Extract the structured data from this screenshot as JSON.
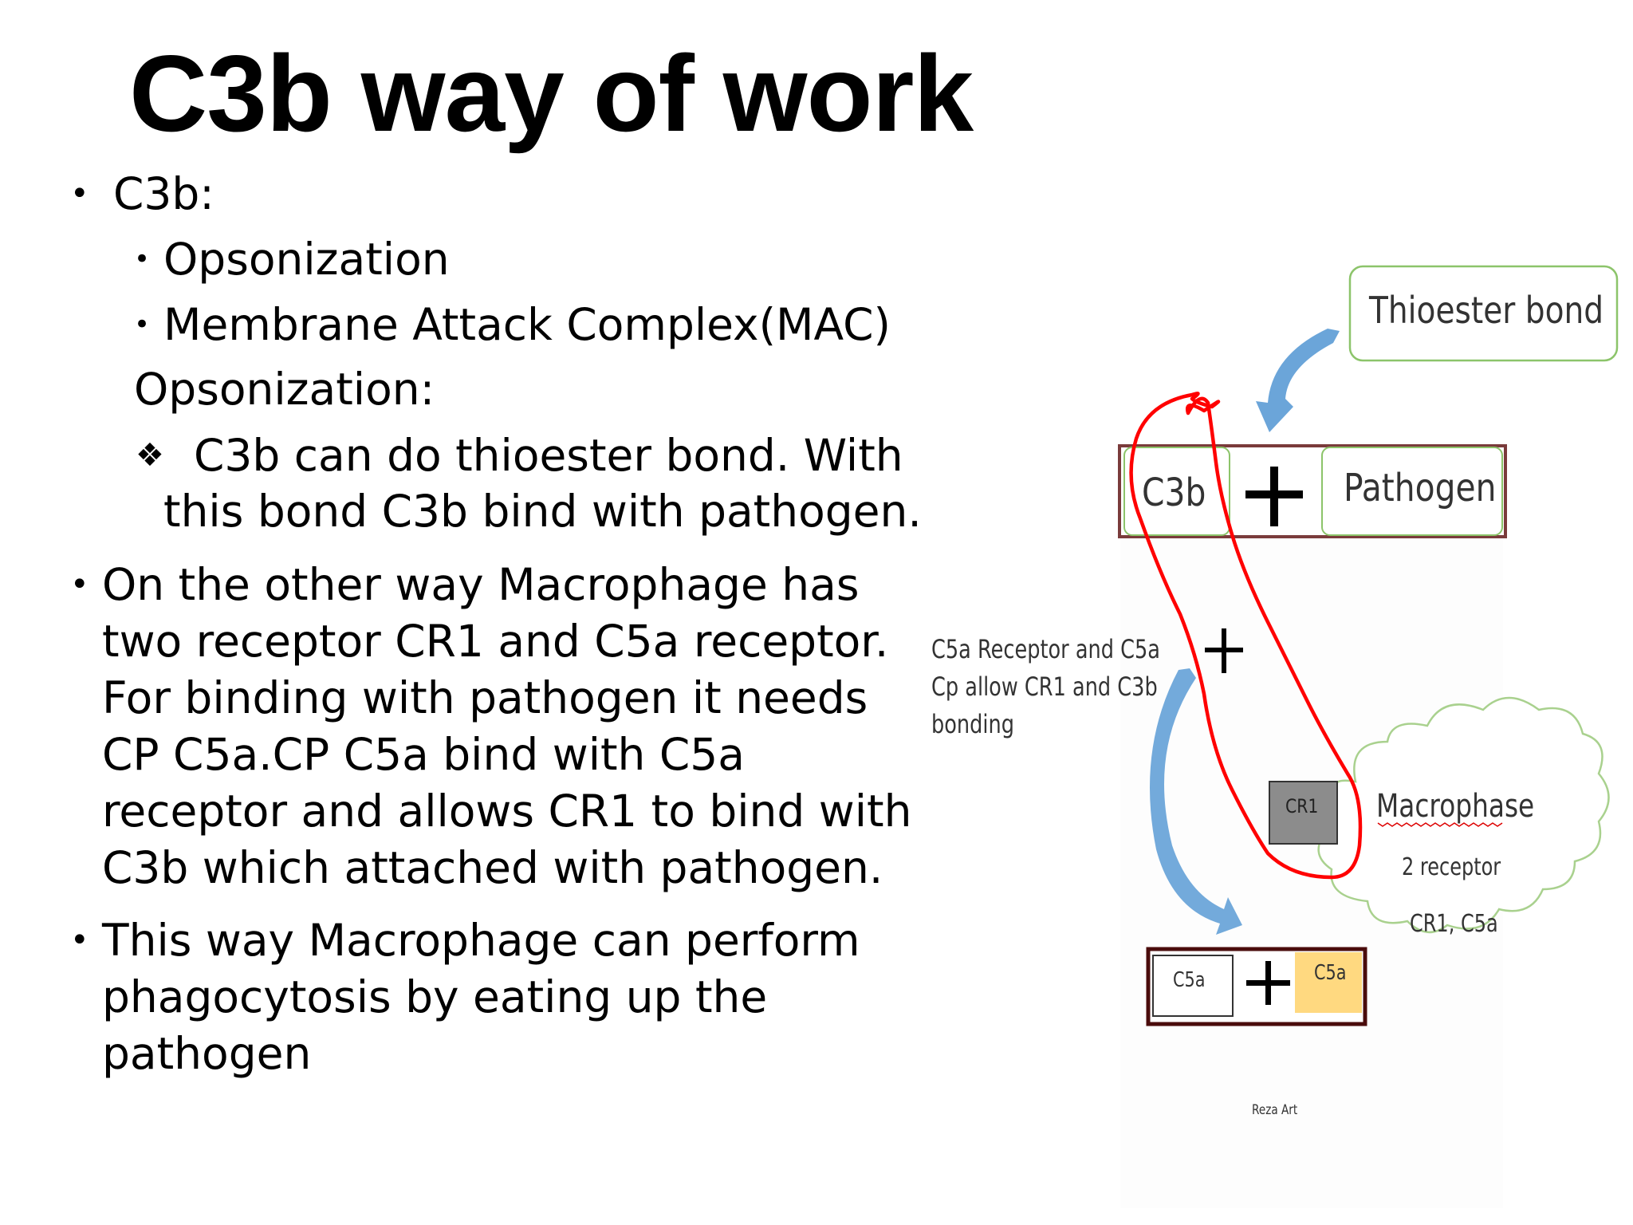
{
  "slide": {
    "title": "C3b way of work",
    "bullets": {
      "c3b_head": "C3b:",
      "opsonization_item": "Opsonization",
      "mac_item": "Membrane Attack Complex(MAC)",
      "opsonization_head": "Opsonization:",
      "thioester_line1": "C3b can do thioester bond. With",
      "thioester_line2": "this bond C3b bind with pathogen.",
      "macrophage_lines": [
        "On the other way Macrophage has",
        "two receptor CR1 and C5a receptor.",
        "For binding with pathogen it needs",
        "CP C5a.CP C5a bind with C5a",
        "receptor and allows CR1 to bind with",
        "C3b which attached with pathogen."
      ],
      "phagocytosis_lines": [
        "This way Macrophage can perform",
        "phagocytosis by eating up the",
        "pathogen"
      ]
    }
  },
  "diagram": {
    "thioester_label": "Thioester bond",
    "c3b_label": "C3b",
    "plus": "+",
    "pathogen_label": "Pathogen",
    "receptor_note": [
      "C5a Receptor and C5a",
      "Cp allow CR1 and C3b",
      "bonding"
    ],
    "cr1_label": "CR1",
    "macrophage_label": "Macrophase",
    "macrophage_receptor": "2 receptor",
    "macrophage_receptor_list": "CR1, C5a",
    "c5a_left": "C5a",
    "c5a_right": "C5a",
    "signature": "Reza Art",
    "colors": {
      "thioester_border": "#8cc46a",
      "outer_box_border": "#7a3b3b",
      "bottom_box_border": "#4a0c0c",
      "arrow_blue": "#5b9bd5",
      "red_outline": "#ff0000",
      "cr1_fill": "#8c8c8c",
      "c5a_right_fill": "#ffd980",
      "cloud_stroke": "#a9d18e"
    }
  }
}
